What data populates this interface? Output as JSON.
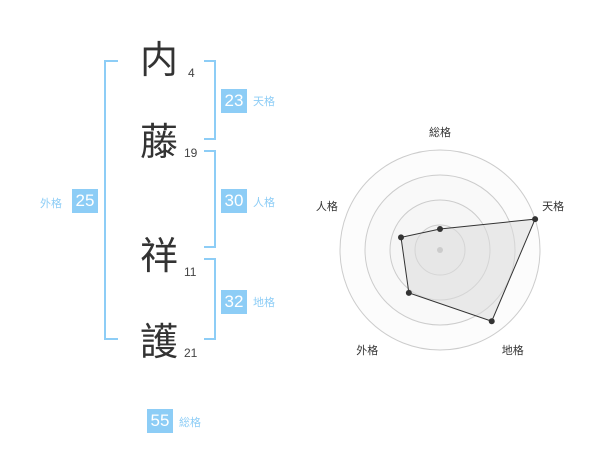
{
  "colors": {
    "accent": "#8dcdf6",
    "text": "#333333",
    "grid": "#cccccc"
  },
  "name": {
    "chars": [
      {
        "char": "内",
        "strokes": "4"
      },
      {
        "char": "藤",
        "strokes": "19"
      },
      {
        "char": "祥",
        "strokes": "11"
      },
      {
        "char": "護",
        "strokes": "21"
      }
    ]
  },
  "kaku": {
    "tenkaku": {
      "value": "23",
      "label": "天格"
    },
    "jinkaku": {
      "value": "30",
      "label": "人格"
    },
    "chikaku": {
      "value": "32",
      "label": "地格"
    },
    "gaikaku": {
      "value": "25",
      "label": "外格"
    },
    "soukaku": {
      "value": "55",
      "label": "総格"
    }
  },
  "chart_data": {
    "type": "radar",
    "axes": [
      "総格",
      "天格",
      "地格",
      "外格",
      "人格"
    ],
    "values": [
      0.21,
      1.0,
      0.88,
      0.53,
      0.41
    ],
    "range": [
      0,
      1
    ],
    "rings": 4
  }
}
